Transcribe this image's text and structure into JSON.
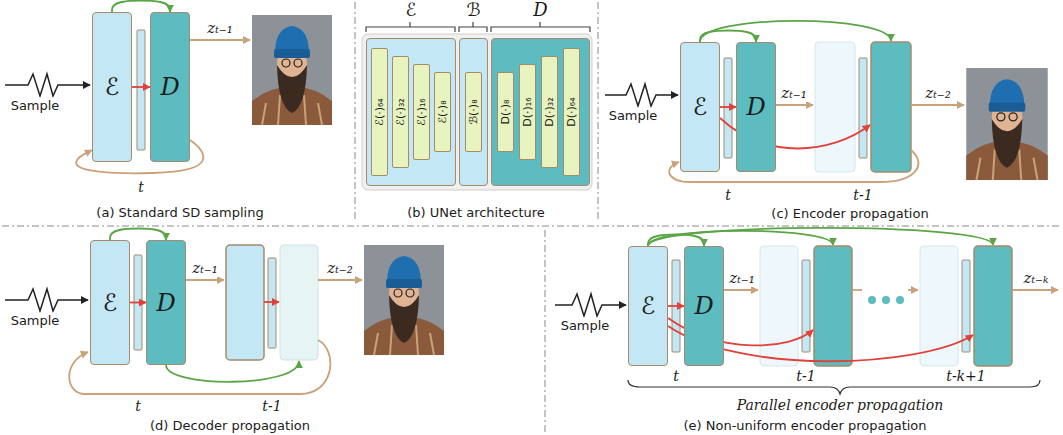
{
  "diagram": {
    "nodes": [
      {
        "text": [
          "ℰ"
        ]
      },
      {
        "text": [
          "D"
        ]
      },
      {
        "text": [
          "ℰ"
        ]
      },
      {
        "text": [
          "ℰ(·)₆₄"
        ],
        "in": 2
      },
      {
        "text": [
          "ℰ(·)₃₂"
        ],
        "in": 2
      },
      {
        "text": [
          "ℰ(·)₁₆"
        ],
        "in": 2
      },
      {
        "text": [
          "ℰ(·)₈"
        ],
        "in": 2
      },
      {
        "text": [
          "ℬ"
        ]
      },
      {
        "text": [
          "ℬ(·)₈"
        ],
        "in": 7
      },
      {
        "text": [
          "D"
        ]
      },
      {
        "text": [
          "D(·)₈"
        ],
        "in": 9
      },
      {
        "text": [
          "D(·)₁₆"
        ],
        "in": 9
      },
      {
        "text": [
          "D(·)₃₂"
        ],
        "in": 9
      },
      {
        "text": [
          "D(·)₆₄"
        ],
        "in": 9
      },
      {
        "text": [
          "ℰ"
        ]
      },
      {
        "text": [
          "D"
        ]
      },
      {
        "text": [
          "ℰ"
        ]
      },
      {
        "text": [
          "D"
        ]
      },
      {
        "text": [
          "ℰ"
        ]
      },
      {
        "text": [
          "D"
        ]
      }
    ],
    "edges": [
      {
        "from": 0,
        "to": 1,
        "arrow": "to"
      },
      {
        "from": 0,
        "to": 1,
        "arrow": "to"
      },
      {
        "from": 1,
        "to": 0,
        "arrow": "to"
      },
      {
        "from": 14,
        "to": 15,
        "arrow": "to"
      },
      {
        "from": 14,
        "to": 15,
        "arrow": "to"
      },
      {
        "from": 16,
        "to": 17,
        "arrow": "to"
      },
      {
        "from": 16,
        "to": 17,
        "arrow": "to"
      },
      {
        "from": 18,
        "to": 19,
        "arrow": "to"
      },
      {
        "from": 18,
        "to": 19,
        "arrow": "to"
      }
    ],
    "labels": [
      "Sample",
      "zₜ₋₁",
      "t",
      "(a) Standard SD sampling",
      "(b) UNet architecture",
      "Sample",
      "zₜ₋₁",
      "zₜ₋₂",
      "t",
      "t-1",
      "(c) Encoder propagation",
      "Sample",
      "zₜ₋₁",
      "zₜ₋₂",
      "t",
      "t-1",
      "(d) Decoder propagation",
      "Sample",
      "zₜ₋₁",
      "zₜ₋ₖ",
      "t",
      "t-1",
      "t-k+1",
      "Parallel encoder propagation",
      "(e) Non-uniform encoder propagation"
    ]
  }
}
